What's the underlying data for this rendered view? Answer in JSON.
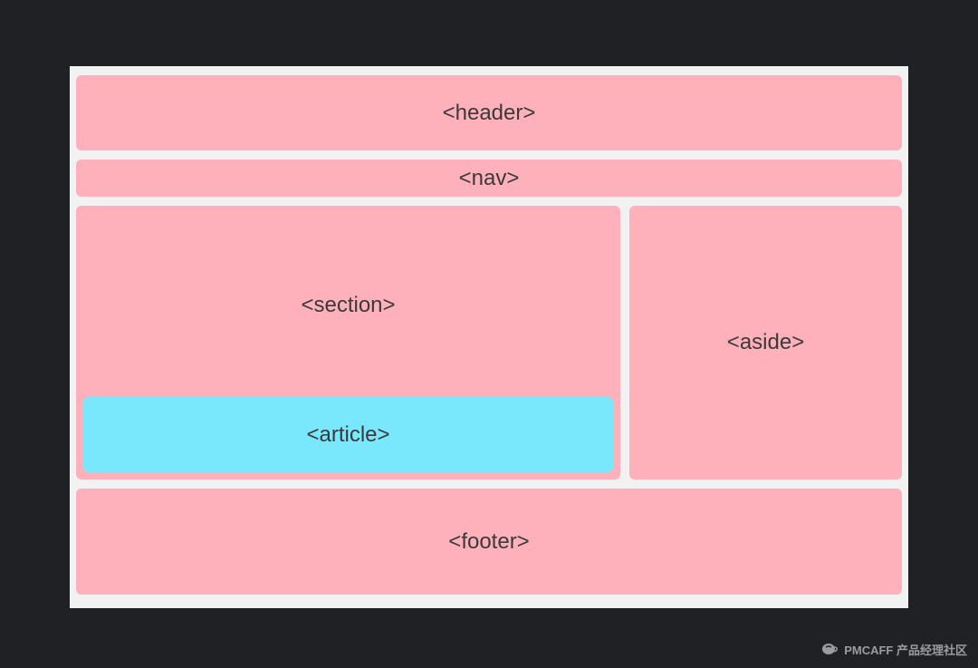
{
  "diagram": {
    "header": "<header>",
    "nav": "<nav>",
    "section": "<section>",
    "article": "<article>",
    "aside": "<aside>",
    "footer": "<footer>"
  },
  "watermark": {
    "text": "PMCAFF 产品经理社区",
    "icon": "coffee-cup-icon"
  },
  "colors": {
    "background": "#202125",
    "frame": "#f2f2f2",
    "block": "#ffb1bb",
    "article": "#79e8fd",
    "text": "#3a3a3c"
  }
}
